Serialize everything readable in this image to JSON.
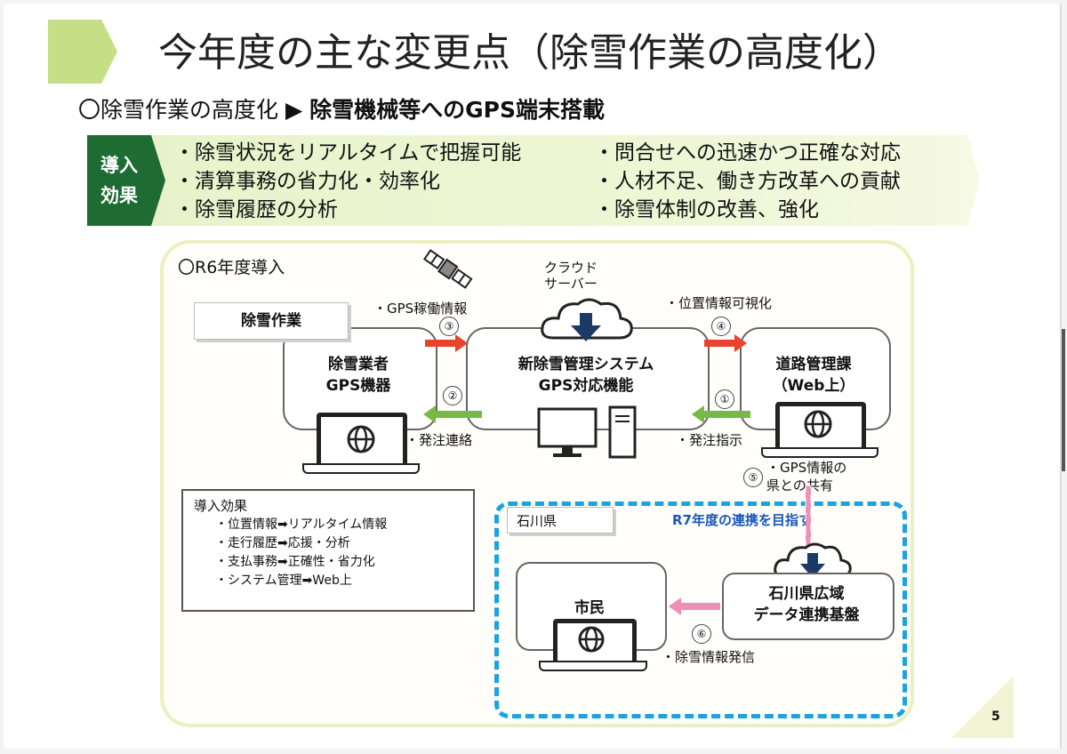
{
  "title": "今年度の主な変更点（除雪作業の高度化）",
  "subtitle": {
    "prefix": "〇除雪作業の高度化",
    "marker": "▶",
    "highlight": "除雪機械等へのGPS端末搭載"
  },
  "effects_tag": [
    "導入",
    "効果"
  ],
  "effects_left": [
    "・除雪状況をリアルタイムで把握可能",
    "・清算事務の省力化・効率化",
    "・除雪履歴の分析"
  ],
  "effects_right": [
    "・問合せへの迅速かつ正確な対応",
    "・人材不足、働き方改革への貢献",
    "・除雪体制の改善、強化"
  ],
  "diagram": {
    "r6_label": "〇R6年度導入",
    "snow_work_tag": "除雪作業",
    "contractor": [
      "除雪業者",
      "GPS機器"
    ],
    "system": [
      "新除雪管理システム",
      "GPS対応機能"
    ],
    "road_dept": [
      "道路管理課",
      "（Web上）"
    ],
    "cloud_label": [
      "クラウド",
      "サーバー"
    ],
    "gps_op_info": "・GPS稼働情報",
    "position_vis": "・位置情報可視化",
    "order_contact": "・発注連絡",
    "order_instruction": "・発注指示",
    "gps_share": [
      "・GPS情報の",
      "県との共有"
    ],
    "nums": {
      "n1": "①",
      "n2": "②",
      "n3": "③",
      "n4": "④",
      "n5": "⑤",
      "n6": "⑥"
    },
    "prefecture_tag": "石川県",
    "r7_goal": "R7年度の連携を目指す",
    "platform": [
      "石川県広域",
      "データ連携基盤"
    ],
    "citizen": "市民",
    "snow_info_send": "・除雪情報発信",
    "effects_box_title": "導入効果",
    "effects_box_items": [
      "・位置情報➡リアルタイム情報",
      "・走行履歴➡応援・分析",
      "・支払事務➡正確性・省力化",
      "・システム管理➡Web上"
    ]
  },
  "page_number": "5",
  "colors": {
    "accent_green": "#1f6b34",
    "band": "#e7f2c9",
    "arrow_red": "#e8432b",
    "arrow_green": "#7ab844",
    "arrow_pink": "#ee8fb6",
    "dash_blue": "#1aa3e0",
    "r7_text": "#1a56b8"
  }
}
